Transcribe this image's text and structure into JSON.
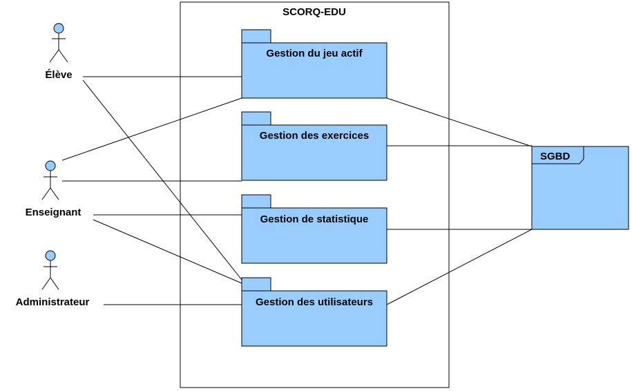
{
  "colors": {
    "package_fill": "#99ccff",
    "actor_fill": "#99ccff",
    "stroke": "#000000",
    "background": "#ffffff"
  },
  "system": {
    "title": "SCORQ-EDU"
  },
  "actors": [
    {
      "id": "eleve",
      "name": "Élève"
    },
    {
      "id": "enseignant",
      "name": "Enseignant"
    },
    {
      "id": "administrateur",
      "name": "Administrateur"
    }
  ],
  "packages": [
    {
      "id": "jeu",
      "label": "Gestion du jeu actif"
    },
    {
      "id": "exercices",
      "label": "Gestion des exercices"
    },
    {
      "id": "statistique",
      "label": "Gestion de statistique"
    },
    {
      "id": "utilisateurs",
      "label": "Gestion des utilisateurs"
    }
  ],
  "database": {
    "label": "SGBD"
  },
  "associations": [
    {
      "from": "eleve",
      "to": "jeu"
    },
    {
      "from": "eleve",
      "to": "utilisateurs"
    },
    {
      "from": "enseignant",
      "to": "jeu"
    },
    {
      "from": "enseignant",
      "to": "exercices"
    },
    {
      "from": "enseignant",
      "to": "statistique"
    },
    {
      "from": "enseignant",
      "to": "utilisateurs"
    },
    {
      "from": "administrateur",
      "to": "utilisateurs"
    },
    {
      "from": "jeu",
      "to": "sgbd"
    },
    {
      "from": "exercices",
      "to": "sgbd"
    },
    {
      "from": "statistique",
      "to": "sgbd"
    },
    {
      "from": "utilisateurs",
      "to": "sgbd"
    }
  ]
}
